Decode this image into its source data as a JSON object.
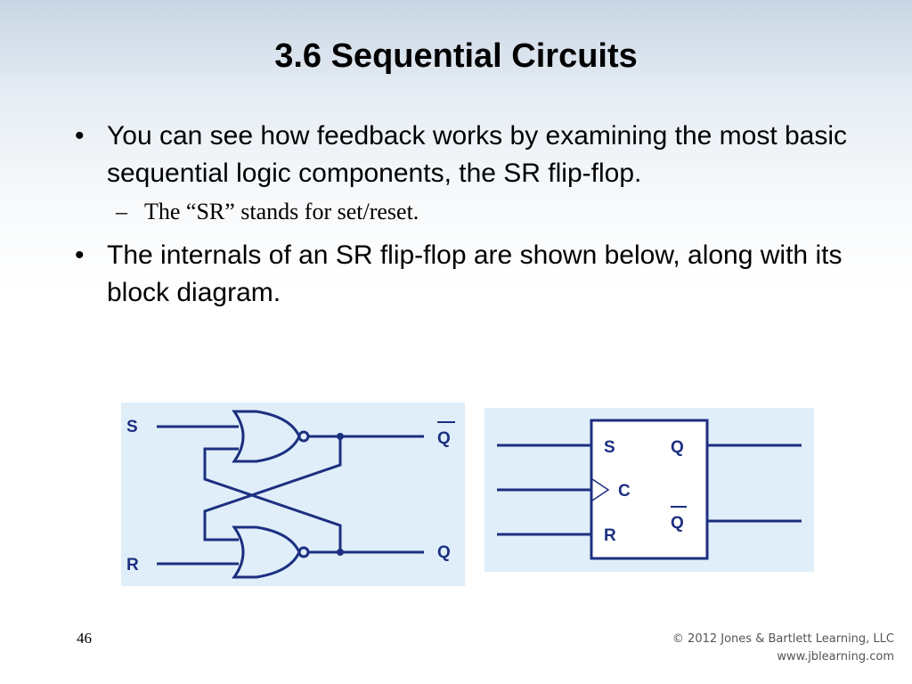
{
  "slide": {
    "title": "3.6 Sequential Circuits",
    "bullets": [
      {
        "marker": "•",
        "text": "You can see how feedback works by examining the most basic sequential logic components, the SR flip-flop.",
        "sub": {
          "marker": "–",
          "text": "The “SR” stands for set/reset."
        }
      },
      {
        "marker": "•",
        "text": "The internals of an SR flip-flop are shown below, along with its block diagram."
      }
    ],
    "page_number": "46",
    "copyright_line1": "© 2012 Jones & Bartlett Learning, LLC",
    "copyright_line2": "www.jblearning.com"
  },
  "nor_diagram": {
    "labels": {
      "s": "S",
      "r": "R",
      "q_top": "Q",
      "q_bottom": "Q"
    },
    "q_top_overbar": true
  },
  "block_diagram": {
    "labels": {
      "s": "S",
      "c": "C",
      "r": "R",
      "q": "Q",
      "q_bar": "Q"
    },
    "q_bar_overbar": true
  },
  "colors": {
    "wire": "#1c2f80",
    "panel": "#dfeef9"
  }
}
